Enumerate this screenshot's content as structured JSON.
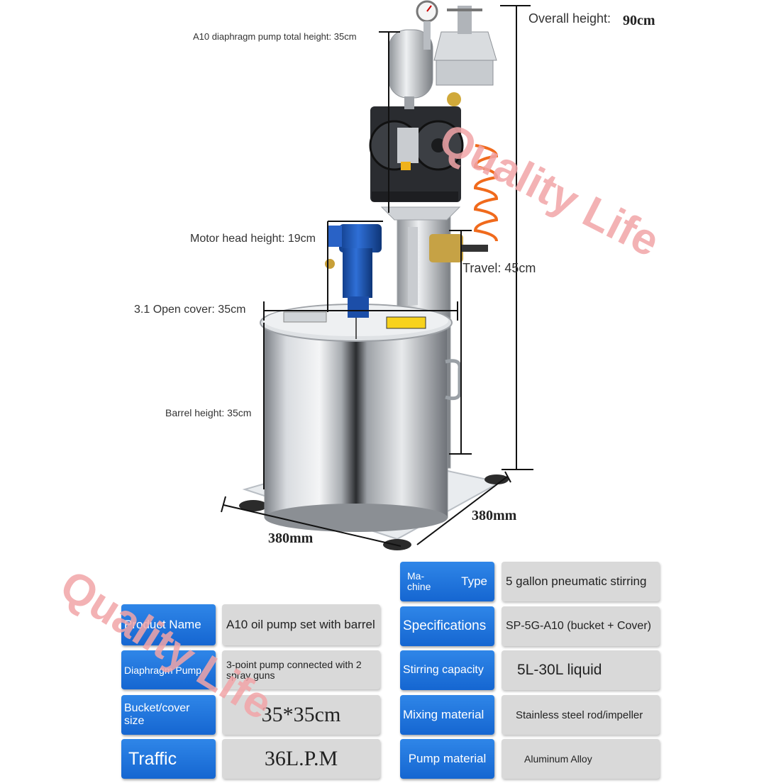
{
  "watermark": "Quality Life",
  "dimensions": {
    "overall_height_label": "Overall height:",
    "overall_height_value": "90cm",
    "diaphragm_height": "A10 diaphragm pump total height: 35cm",
    "motor_head": "Motor head height: 19cm",
    "travel": "Travel: 45cm",
    "open_cover": "3.1 Open cover: 35cm",
    "barrel_height": "Barrel height: 35cm",
    "base_left": "380mm",
    "base_right": "380mm"
  },
  "spec_left": [
    {
      "label": "Product Name",
      "value": "A10 oil pump set with barrel"
    },
    {
      "label": "Diaphragm Pump",
      "value": "3-point pump connected with 2 spray guns"
    },
    {
      "label": "Bucket/cover size",
      "value": "35*35cm"
    },
    {
      "label": "Traffic",
      "value": "36L.P.M"
    }
  ],
  "spec_right": [
    {
      "label_a": "Ma-chine",
      "label_b": "Type",
      "value": "5 gallon pneumatic stirring"
    },
    {
      "label": "Specifications",
      "value": "SP-5G-A10 (bucket + Cover)"
    },
    {
      "label": "Stirring capacity",
      "value": "5L-30L liquid"
    },
    {
      "label": "Mixing material",
      "value": "Stainless steel rod/impeller"
    },
    {
      "label": "Pump material",
      "value": "Aluminum Alloy"
    }
  ],
  "colors": {
    "label_blue": "#1f74de",
    "value_gray": "#d9d9d9",
    "watermark": "#f2a5a8"
  }
}
